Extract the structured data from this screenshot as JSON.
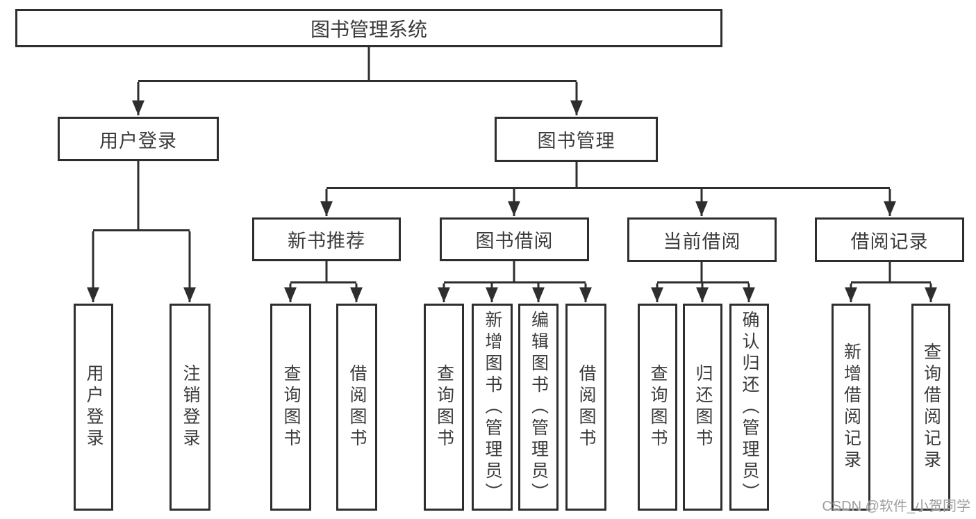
{
  "diagram_type": "hierarchy-tree",
  "colors": {
    "line": "#2e2e2e",
    "box_border": "#2e2e2e",
    "text": "#3a3a3a",
    "background": "#ffffff",
    "watermark": "#9e9e9e"
  },
  "tree": {
    "label": "图书管理系统",
    "children": [
      {
        "label": "用户登录",
        "children": [
          {
            "label": "用户登录"
          },
          {
            "label": "注销登录"
          }
        ]
      },
      {
        "label": "图书管理",
        "children": [
          {
            "label": "新书推荐",
            "children": [
              {
                "label": "查询图书"
              },
              {
                "label": "借阅图书"
              }
            ]
          },
          {
            "label": "图书借阅",
            "children": [
              {
                "label": "查询图书"
              },
              {
                "label": "新增图书（管理员）"
              },
              {
                "label": "编辑图书（管理员）"
              },
              {
                "label": "借阅图书"
              }
            ]
          },
          {
            "label": "当前借阅",
            "children": [
              {
                "label": "查询图书"
              },
              {
                "label": "归还图书"
              },
              {
                "label": "确认归还（管理员）"
              }
            ]
          },
          {
            "label": "借阅记录",
            "children": [
              {
                "label": "新增借阅记录"
              },
              {
                "label": "查询借阅记录"
              }
            ]
          }
        ]
      }
    ]
  },
  "watermark": {
    "text": "CSDN @软件_小贺同学"
  }
}
